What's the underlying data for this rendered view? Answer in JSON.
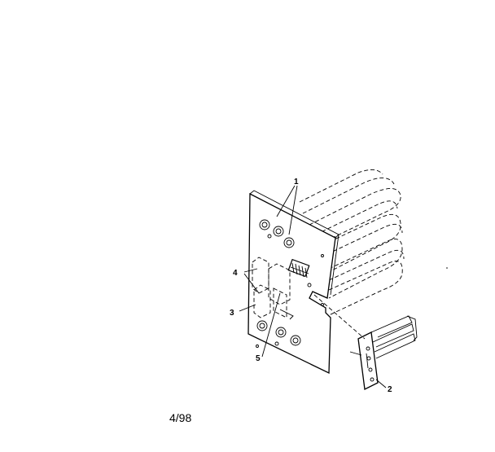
{
  "callouts": {
    "c1": "1",
    "c2": "2",
    "c3": "3",
    "c4": "4",
    "c5": "5"
  },
  "footer": {
    "date": "4/98"
  }
}
